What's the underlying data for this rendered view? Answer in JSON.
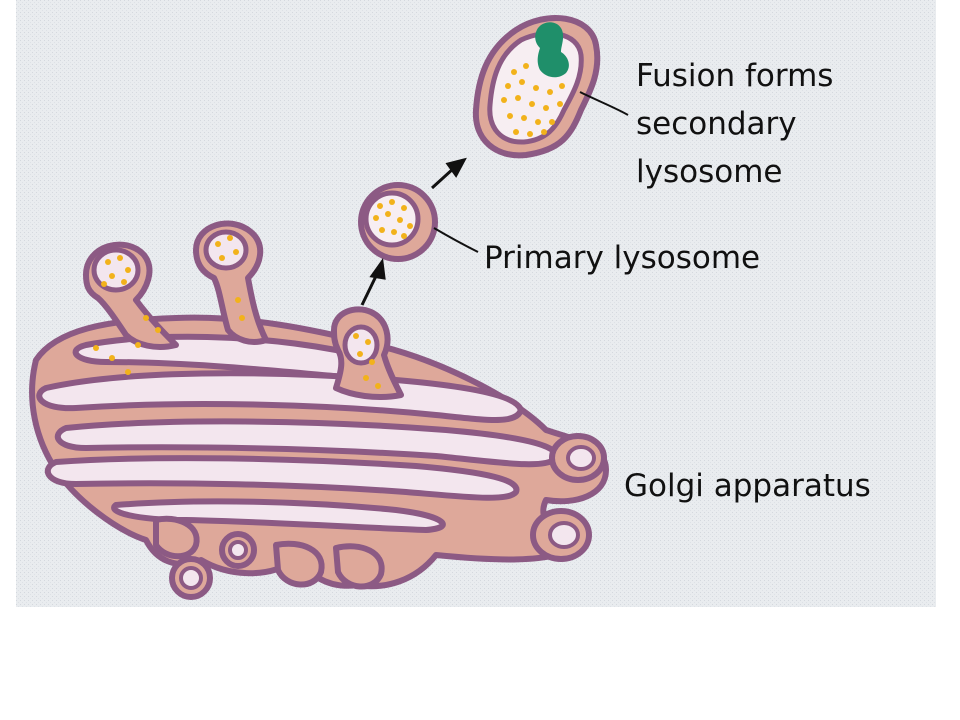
{
  "figure": {
    "labels": {
      "fusion_line1": "Fusion forms",
      "fusion_line2": "secondary",
      "fusion_line3": "lysosome",
      "primary": "Primary lysosome",
      "golgi": "Golgi apparatus"
    },
    "colors": {
      "background": "#e9ecef",
      "membrane": "#8c5a84",
      "lumen": "#f3e6ee",
      "cisterna_fill": "#dea89a",
      "granule": "#f2b21b",
      "engulfed": "#1f8f6a"
    }
  }
}
